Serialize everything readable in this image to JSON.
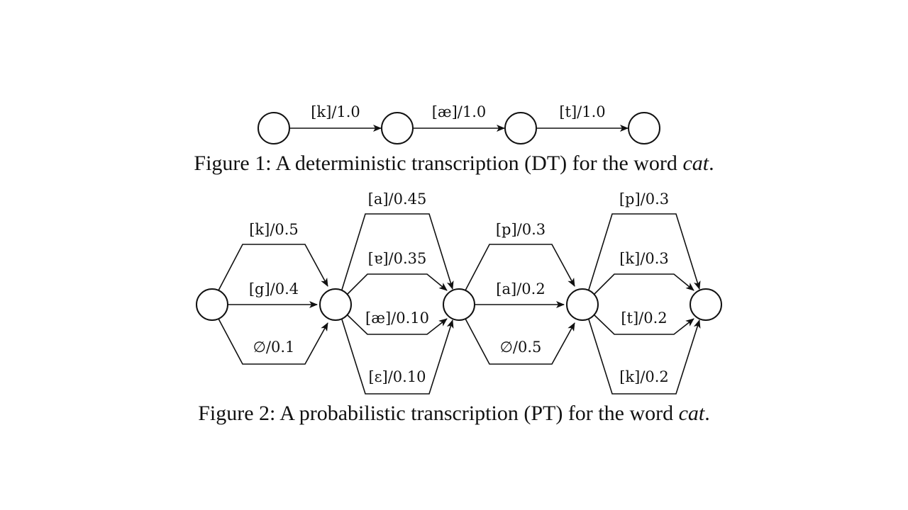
{
  "figure1": {
    "caption_prefix": "Figure 1: A deterministic transcription (DT) for the word ",
    "caption_word": "cat",
    "caption_suffix": ".",
    "edges": [
      {
        "label": "[k]/1.0"
      },
      {
        "label": "[æ]/1.0"
      },
      {
        "label": "[t]/1.0"
      }
    ]
  },
  "figure2": {
    "caption_prefix": "Figure 2: A probabilistic transcription (PT) for the word ",
    "caption_word": "cat",
    "caption_suffix": ".",
    "edges": [
      {
        "label": "[k]/0.5"
      },
      {
        "label": "[g]/0.4"
      },
      {
        "label": "∅/0.1"
      },
      {
        "label": "[a]/0.45"
      },
      {
        "label": "[ɐ]/0.35"
      },
      {
        "label": "[æ]/0.10"
      },
      {
        "label": "[ɛ]/0.10"
      },
      {
        "label": "[p]/0.3"
      },
      {
        "label": "[a]/0.2"
      },
      {
        "label": "∅/0.5"
      },
      {
        "label": "[p]/0.3"
      },
      {
        "label": "[k]/0.3"
      },
      {
        "label": "[t]/0.2"
      },
      {
        "label": "[k]/0.2"
      }
    ]
  }
}
